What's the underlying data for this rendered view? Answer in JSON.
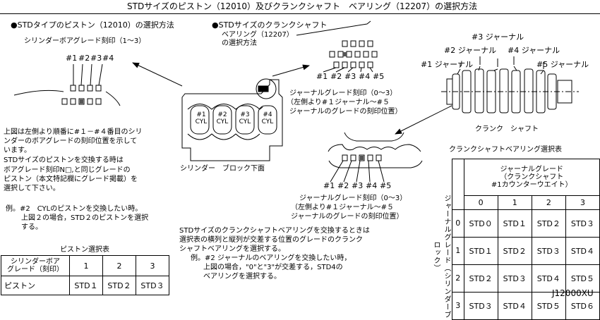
{
  "title": "STDサイズのピストン（12010）及びクランクシャフト　ベアリング（12207）の選択方法",
  "piston_section": {
    "heading": "●STDタイプのピストン（12010）の選択方法",
    "grade_label": "シリンダーボアグレード刻印（1～3）",
    "cyl_numbers": [
      "#1",
      "#2",
      "#3",
      "#4"
    ],
    "note_lines": [
      "上図は左側より順番に#１－#４番目のシリ",
      "ンダーのボアグレードの刻印位置を示して",
      "います。",
      "STDサイズのピストンを交換する時は",
      "ボアグレード刻印N□,と同じグレードの",
      "ピストン（本文特記欄にグレード掲載）を",
      "選択して下さい。"
    ],
    "example_lines": [
      "例。#2　CYLのピストンを交換したい時。",
      "上図２の場合，STD２のピストンを選択",
      "する。"
    ]
  },
  "block": {
    "cyl_labels": [
      "#1\nCYL",
      "#2\nCYL",
      "#3\nCYL",
      "#4\nCYL"
    ],
    "underside_label": "シリンダー　ブロック下面"
  },
  "bearing_section": {
    "heading_lines": [
      "●STDサイズのクランクシャフト",
      "ベアリング（12207）",
      "の選択方法"
    ],
    "journal_numbers": [
      "#1",
      "#2",
      "#3",
      "#4",
      "#5"
    ],
    "upper_note_lines": [
      "ジャーナルグレード刻印（0～3）",
      "（左側より#１ジャーナル～#５",
      "ジャーナルのグレードの刻印位置）"
    ],
    "lower_note_lines": [
      "ジャーナルグレード刻印（0～3）",
      "（左側より#１ジャーナル～#５",
      "ジャーナルのグレードの刻印位置）"
    ],
    "crank_labels": [
      "#1 ジャーナル",
      "#2 ジャーナル",
      "#3 ジャーナル",
      "#4 ジャーナル",
      "#5 ジャーナル"
    ],
    "crank_caption": "クランク　シャフト",
    "instruction_lines": [
      "STDサイズのクランクシャフトベアリングを交換するときは",
      "選択表の横列と縦列が交差する位置のグレードのクランク",
      "シャフトベアリングを選択する。"
    ],
    "example_lines": [
      "例。#2 ジャーナルのベアリングを交換したい時，",
      "上図の場合，\"0\"と\"3\"が交差する，STD4の",
      "ベアリングを選択する。"
    ]
  },
  "piston_table": {
    "title": "ピストン選択表",
    "row_header": "シリンダーボア\nグレード（刻印）",
    "grades": [
      "1",
      "2",
      "3"
    ],
    "row_label": "ピストン",
    "values": [
      "STD１",
      "STD２",
      "STD３"
    ]
  },
  "bearing_table": {
    "title": "クランクシャフトベアリング選択表",
    "col_header": "ジャーナルグレード\n（クランクシャフト\n#1カウンターウエイト）",
    "col_grades": [
      "0",
      "1",
      "2",
      "3"
    ],
    "row_header": "ジャーナルグレード（シリンダーブロック）",
    "row_grades": [
      "0",
      "1",
      "2",
      "3"
    ],
    "rows": [
      [
        "STD０",
        "STD１",
        "STD２",
        "STD３"
      ],
      [
        "STD１",
        "STD２",
        "STD３",
        "STD４"
      ],
      [
        "STD２",
        "STD３",
        "STD４",
        "STD５"
      ],
      [
        "STD３",
        "STD４",
        "STD５",
        "STD６"
      ]
    ]
  },
  "figure_code": "J12000XU"
}
